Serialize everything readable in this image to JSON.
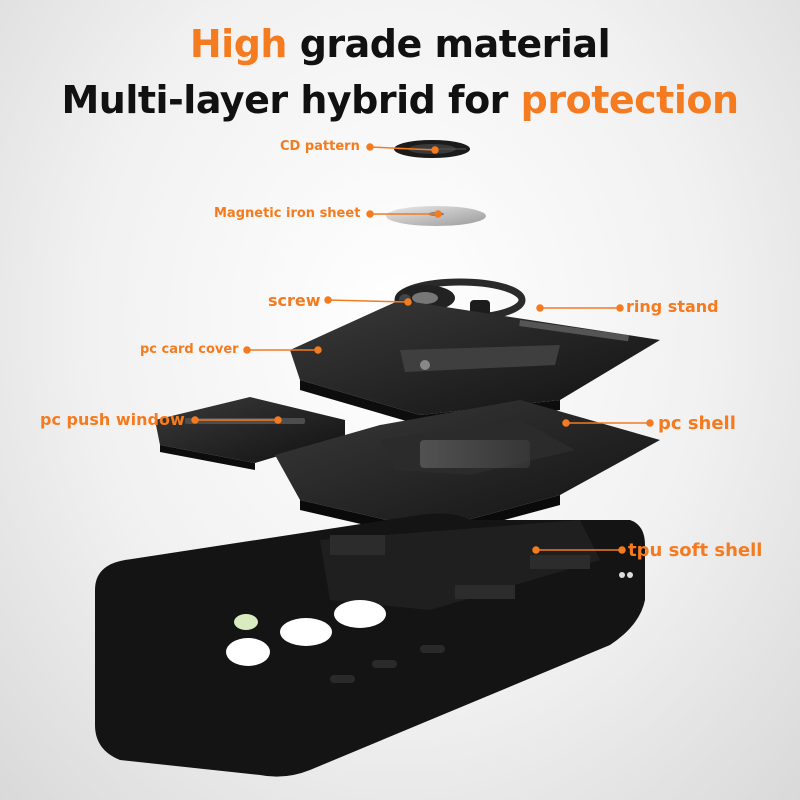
{
  "colors": {
    "accent": "#f47b20",
    "dark": "#161616",
    "gray": "#5a5a5a"
  },
  "headline": {
    "line1_accent": "High",
    "line1_rest": " grade material",
    "line2_rest": "Multi-layer hybrid for ",
    "line2_accent": "protection"
  },
  "labels": {
    "cd_pattern": "CD pattern",
    "magnetic_iron_sheet": "Magnetic iron sheet",
    "screw": "screw",
    "ring_stand": "ring stand",
    "pc_card_cover": "pc card cover",
    "pc_push_window": "pc push window",
    "pc_shell": "pc shell",
    "tpu_soft_shell": "tpu soft shell"
  },
  "icons": [
    "cd-disc-icon",
    "iron-sheet-icon",
    "ring-stand-icon",
    "card-cover-icon",
    "push-window-icon",
    "pc-shell-icon",
    "tpu-shell-icon"
  ]
}
